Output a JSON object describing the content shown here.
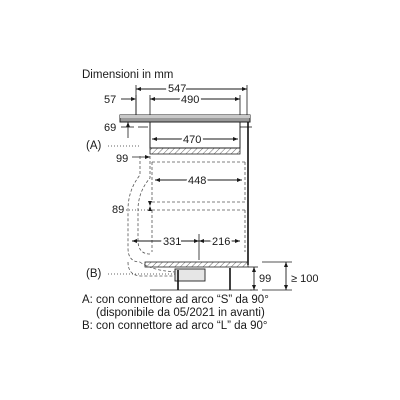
{
  "title": "Dimensioni in mm",
  "dimensions": {
    "d547": "547",
    "d490": "490",
    "d57": "57",
    "d69": "69",
    "d470": "470",
    "d99_top": "99",
    "d448": "448",
    "d89": "89",
    "d331": "331",
    "d216": "216",
    "d99_bottom": "99",
    "d100": "≥ 100"
  },
  "markers": {
    "a": "(A)",
    "b": "(B)"
  },
  "legend": {
    "line1": "A: con connettore ad arco “S” da 90°",
    "line2": "(disponibile da 05/2021 in avanti)",
    "line3": "B: con connettore ad arco “L” da 90°"
  }
}
